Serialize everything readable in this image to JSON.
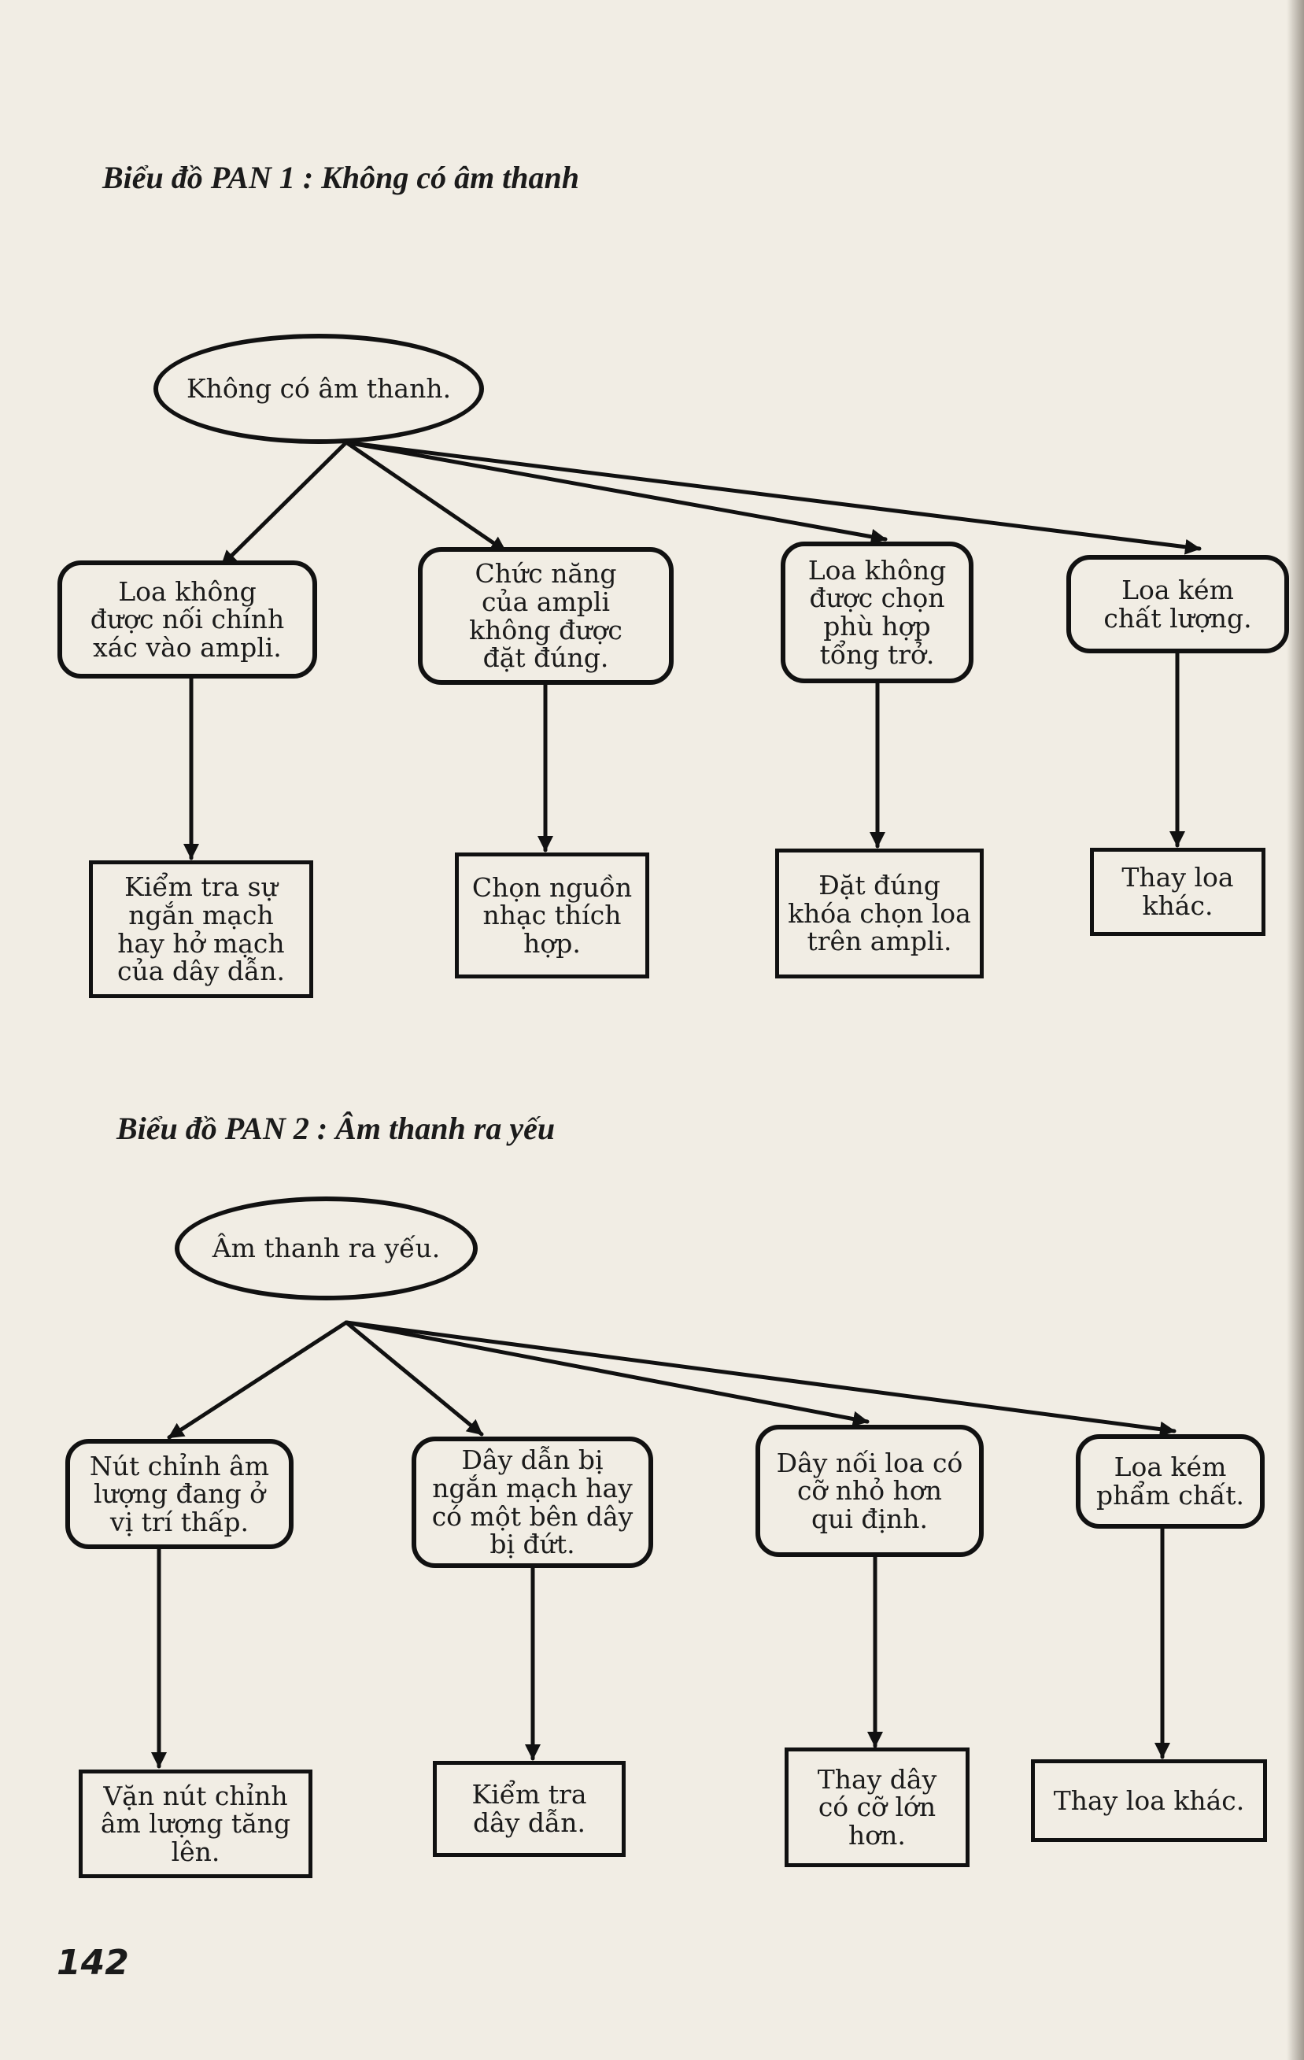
{
  "diagram1": {
    "heading": "Biểu đồ PAN 1 : Không có âm thanh",
    "root": "Không có âm thanh.",
    "causes": [
      "Loa không\nđược nối chính\nxác vào ampli.",
      "Chức năng\ncủa ampli\nkhông được\nđặt đúng.",
      "Loa không\nđược chọn\nphù hợp\ntổng trở.",
      "Loa kém\nchất lượng."
    ],
    "remedies": [
      "Kiểm tra sự\nngắn mạch\nhay hở mạch\ncủa dây dẫn.",
      "Chọn nguồn\nnhạc thích\nhợp.",
      "Đặt đúng\nkhóa chọn loa\ntrên ampli.",
      "Thay loa\nkhác."
    ]
  },
  "diagram2": {
    "heading": "Biểu đồ PAN 2 : Âm thanh ra yếu",
    "root": "Âm thanh ra yếu.",
    "causes": [
      "Nút chỉnh âm\nlượng đang ở\nvị trí thấp.",
      "Dây dẫn bị\nngắn mạch hay\ncó một bên dây\nbị đứt.",
      "Dây nối loa có\ncỡ nhỏ hơn\nqui định.",
      "Loa kém\nphẩm chất."
    ],
    "remedies": [
      "Vặn nút chỉnh\nâm lượng tăng\nlên.",
      "Kiểm tra\ndây dẫn.",
      "Thay dây\ncó cỡ lớn\nhơn.",
      "Thay loa khác."
    ]
  },
  "page_number": "142"
}
